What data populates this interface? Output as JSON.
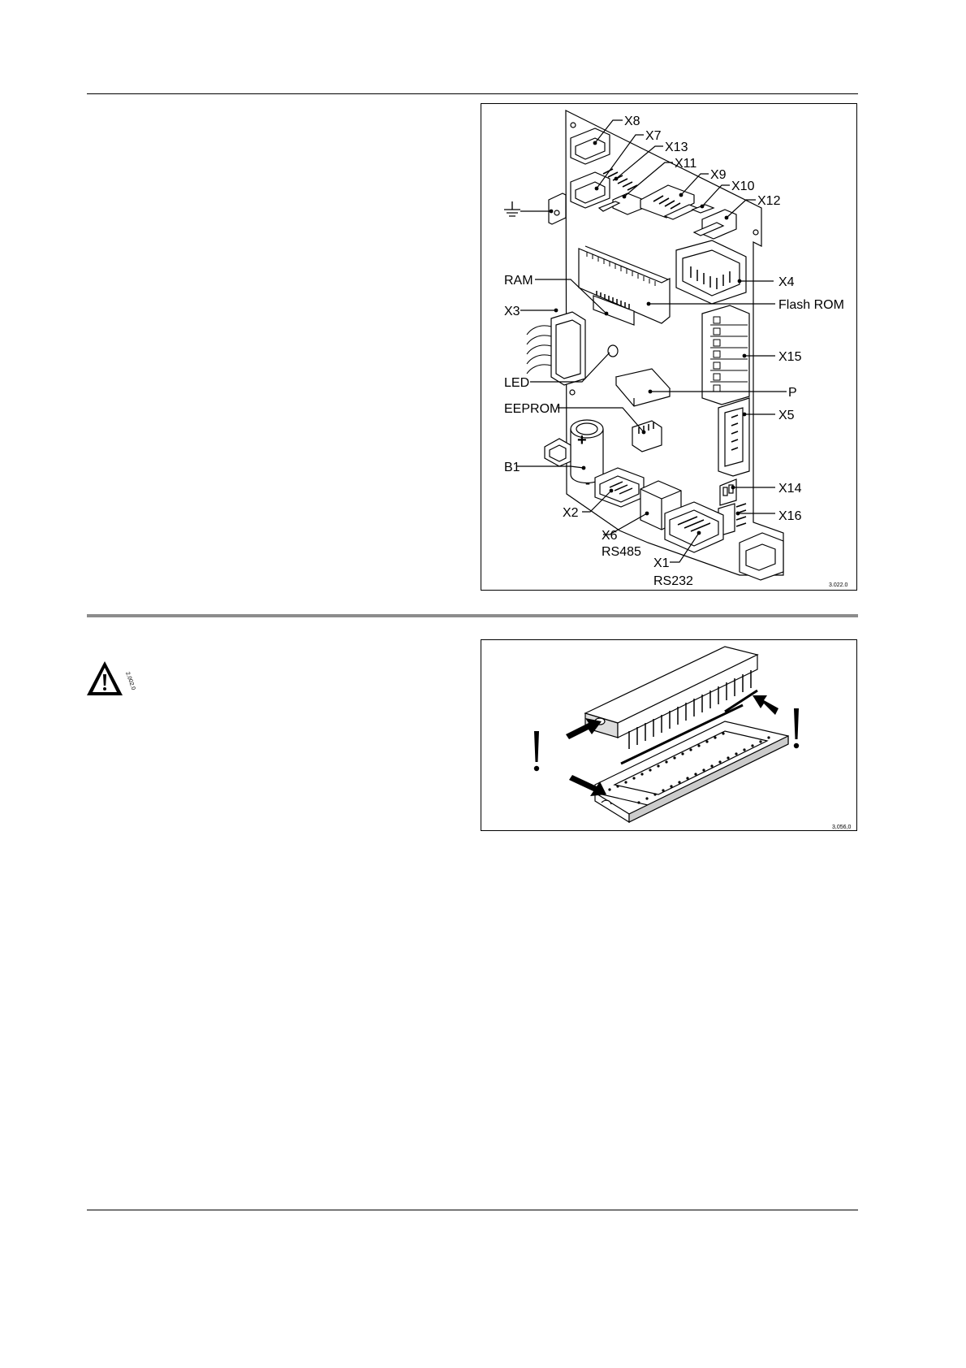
{
  "diagram_board": {
    "labels": {
      "x8": "X8",
      "x7": "X7",
      "x13": "X13",
      "x11": "X11",
      "x9": "X9",
      "x10": "X10",
      "x12": "X12",
      "x4": "X4",
      "flash_rom": "Flash ROM",
      "x15": "X15",
      "p": "P",
      "x5": "X5",
      "x14": "X14",
      "x16": "X16",
      "ram": "RAM",
      "x3": "X3",
      "led": "LED",
      "eeprom": "EEPROM",
      "b1": "B1",
      "x2": "X2",
      "x6": "X6",
      "rs485": "RS485",
      "x1": "X1",
      "rs232": "RS232",
      "plus": "+",
      "minus": "-"
    },
    "ground_symbol": "ground-icon",
    "figure_code": "3.022.0"
  },
  "warning": {
    "icon": "warning-triangle-icon",
    "code": "2.002.0"
  },
  "diagram_chip": {
    "figure_code": "3,056,0",
    "notice_mark": "!"
  }
}
